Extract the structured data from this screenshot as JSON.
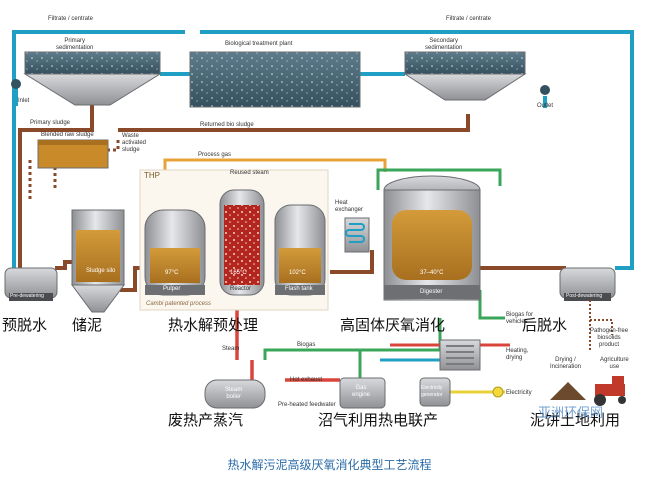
{
  "labels": {
    "filtrate_left": "Filtrate / centrate",
    "filtrate_right": "Filtrate / centrate",
    "primary_sed": "Primary\nsedimentation",
    "bio_plant": "Biological treatment plant",
    "secondary_sed": "Secondary\nsedimentation",
    "inlet": "Inlet",
    "outlet": "Outlet",
    "primary_sludge": "Primary  sludge",
    "returned_bio": "Returned bio sludge",
    "blended": "Blended raw sludge",
    "waste_act": "Waste\nactivated\nsludge",
    "process_gas": "Process gas",
    "thp": "THP",
    "reused_steam": "Reused steam",
    "heat_exchanger": "Heat\nexchanger",
    "pulper": "Pulper",
    "reactor": "Reactor",
    "flash_tank": "Flash tank",
    "cambi": "Cambi patented process",
    "temp_97": "97°C",
    "temp_165": "165°C",
    "temp_102": "102°C",
    "temp_37_40": "37–40°C",
    "pre_dewatering": "Pre-dewatering",
    "sludge_silo": "Sludge silo",
    "digester": "Digester",
    "post_dewatering": "Post-dewatering",
    "biogas_vehicle": "Biogas for\nvehicles",
    "pathogen_free": "Pathogen-free\nbiosolids\nproduct",
    "drying": "Drying /\nIncineration",
    "agriculture": "Agriculture\nuse",
    "steam": "Steam",
    "biogas": "Biogas",
    "heating_drying": "Heating,\ndrying",
    "electricity": "Electricity",
    "steam_boiler": "Steam\nboiler",
    "hot_exhaust": "Hot exhaust",
    "gas_engine": "Gas\nengine",
    "electricity_generator": "Electricity\ngenerator",
    "preheated_feedwater": "Pre-heated feedwater"
  },
  "cn_labels": {
    "pre_dewater": "预脱水",
    "storage": "储泥",
    "thp": "热水解预处理",
    "digestion": "高固体厌氧消化",
    "post_dewater": "后脱水",
    "waste_heat": "废热产蒸汽",
    "chp": "沼气利用热电联产",
    "land_use": "泥饼土地利用"
  },
  "watermark": "亚洲环保网",
  "caption": "热水解污泥高级厌氧消化典型工艺流程",
  "colors": {
    "filtrate_line": "#1f9fc4",
    "sludge_line": "#8a4a2a",
    "steam_line": "#d9453b",
    "gas_line": "#e8a23a",
    "biogas_line": "#3aa65a",
    "electricity_line": "#e8d23a",
    "sludge_fill": "#c98a2a",
    "caption": "#2b6ca8"
  }
}
